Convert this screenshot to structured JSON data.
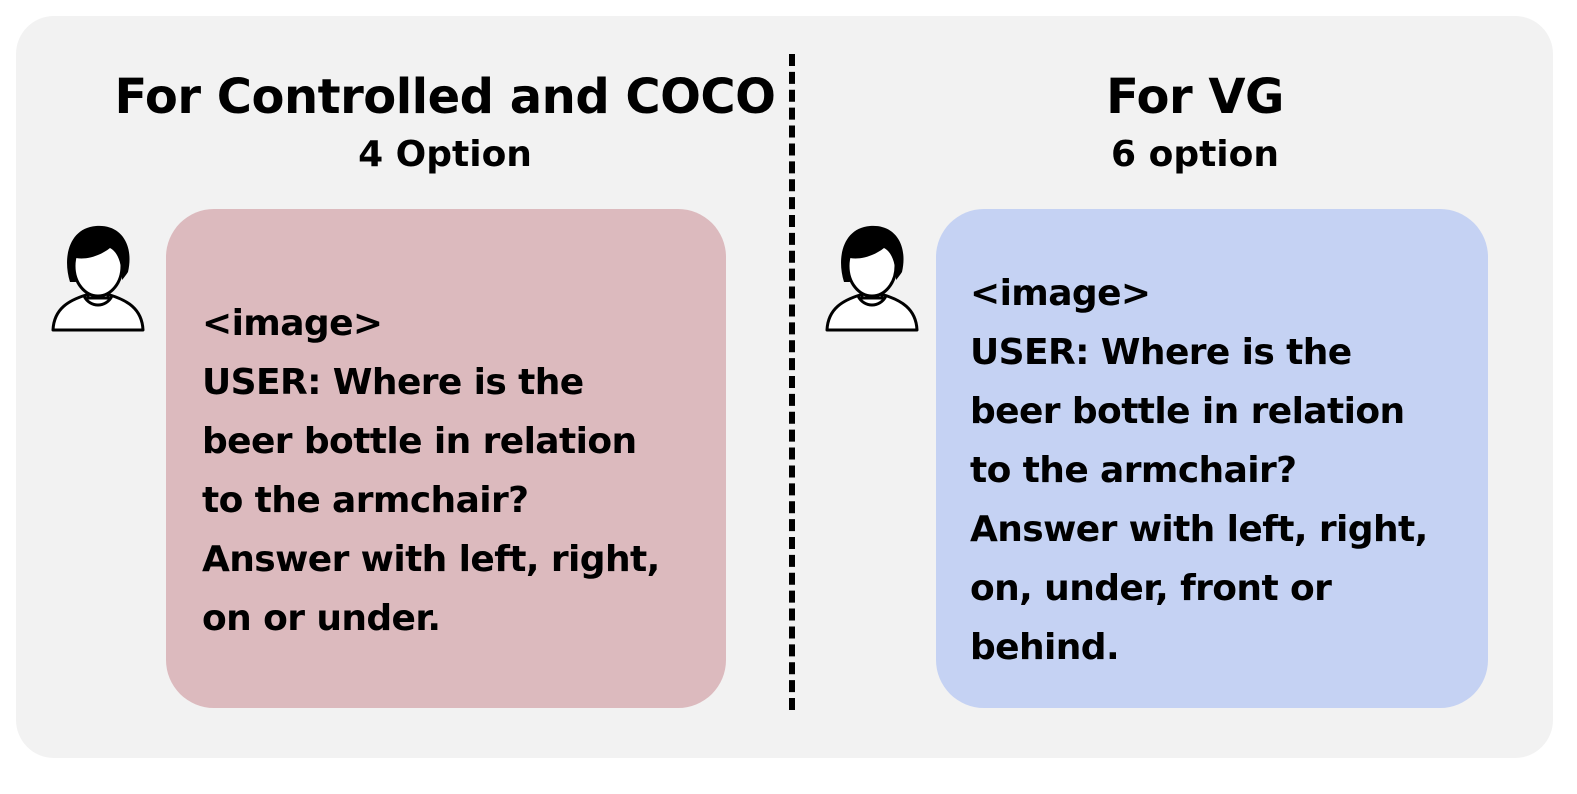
{
  "left": {
    "title": "For Controlled and COCO",
    "subtitle": "4 Option",
    "bubble_color": "#dcbabe",
    "prompt_lines": [
      "<image>",
      "USER: Where is the",
      "beer bottle in relation",
      "to the armchair?",
      "Answer with left, right,",
      "on or under."
    ]
  },
  "right": {
    "title": "For VG",
    "subtitle": "6 option",
    "bubble_color": "#c5d2f3",
    "prompt_lines": [
      "<image>",
      "USER: Where is the",
      "beer bottle in relation",
      "to the armchair?",
      "Answer with left, right,",
      "on, under, front or",
      "behind."
    ]
  },
  "icons": {
    "user": "user-avatar-icon"
  },
  "colors": {
    "panel_background": "#f2f2f2",
    "divider": "#000000"
  }
}
